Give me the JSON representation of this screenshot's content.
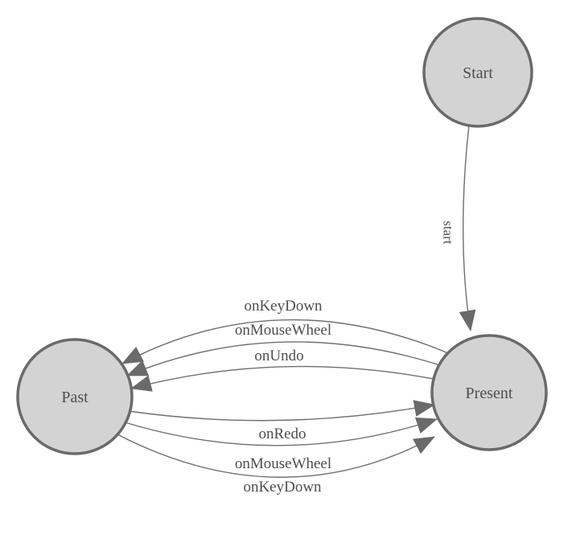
{
  "diagram": {
    "type": "state-machine",
    "background": "#ffffff",
    "colors": {
      "node_fill": "#d3d3d3",
      "node_stroke": "#6a6a6a",
      "edge_stroke": "#6f6f6f",
      "arrow_fill": "#6a6a6a",
      "label_text": "#4e4e4e"
    },
    "nodes": [
      {
        "id": "start",
        "label": "Start"
      },
      {
        "id": "present",
        "label": "Present"
      },
      {
        "id": "past",
        "label": "Past"
      }
    ],
    "edges": [
      {
        "from": "start",
        "to": "present",
        "label": "start"
      },
      {
        "from": "present",
        "to": "past",
        "label": "onKeyDown"
      },
      {
        "from": "present",
        "to": "past",
        "label": "onMouseWheel"
      },
      {
        "from": "present",
        "to": "past",
        "label": "onUndo"
      },
      {
        "from": "past",
        "to": "present",
        "label": "onRedo"
      },
      {
        "from": "past",
        "to": "present",
        "label": "onMouseWheel"
      },
      {
        "from": "past",
        "to": "present",
        "label": "onKeyDown"
      }
    ]
  }
}
